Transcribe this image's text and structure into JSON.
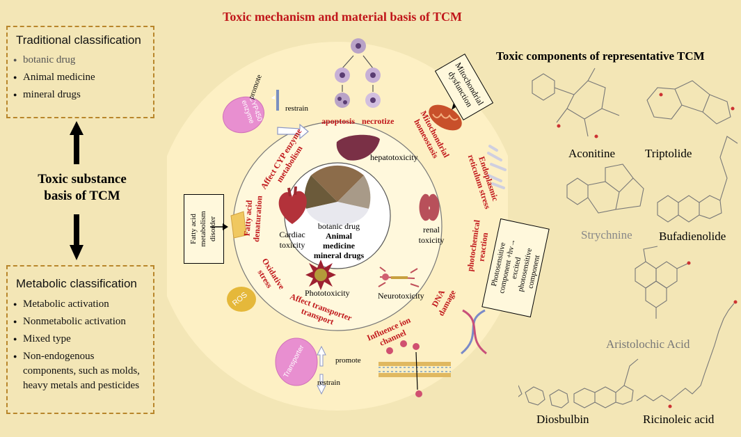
{
  "header": {
    "title": "Toxic mechanism and material basis of TCM"
  },
  "traditional_box": {
    "title": "Traditional classification",
    "items": [
      "botanic drug",
      "Animal medicine",
      "mineral drugs"
    ]
  },
  "center_left": {
    "label_line1": "Toxic substance",
    "label_line2": "basis of TCM"
  },
  "metabolic_box": {
    "title": "Metabolic classification",
    "items": [
      "Metabolic activation",
      "Nonmetabolic activation",
      "Mixed type",
      "Non-endogenous components, such as molds, heavy metals and pesticides"
    ]
  },
  "circle": {
    "core": [
      "botanic drug",
      "Animal medicine",
      "mineral drugs"
    ],
    "inner": {
      "hepatotoxicity": "hepatotoxicity",
      "renal": [
        "renal",
        "toxicity"
      ],
      "cardiac": [
        "Cardiac",
        "toxicity"
      ],
      "phototoxicity": "Phototoxicity",
      "neurotoxicity": "Neurotoxicity"
    },
    "outer": {
      "cyp": [
        "Affect CYP enzyme",
        "metabolism"
      ],
      "cyp_enzyme": [
        "CYP450",
        "enzyme"
      ],
      "promote": "promote",
      "restrain": "restrain",
      "apoptosis": "apoptosis",
      "necrotize": "necrotize",
      "mito": [
        "Mitochondrial",
        "homeostasis"
      ],
      "mito_box": [
        "Mitochondrial",
        "dysfunction"
      ],
      "er": [
        "Endoplasmic",
        "reticulum stress"
      ],
      "photochem": [
        "photochemical",
        "reaction"
      ],
      "photo_box": [
        "Photosensitive",
        "component +hv→",
        "excited",
        "photosensitive",
        "component"
      ],
      "dna": [
        "DNA",
        "damage"
      ],
      "ion": [
        "Influence ion",
        "channel"
      ],
      "transporter": [
        "Affect transporter",
        "transport"
      ],
      "transporter_shape": "Transporter",
      "oxidative": [
        "Oxidative",
        "stress"
      ],
      "ros": "ROS",
      "fatty": [
        "Fatty acid",
        "denaturation"
      ],
      "fatty_box": [
        "Fatty acid",
        "metabolism",
        "disorder"
      ]
    }
  },
  "right_panel": {
    "title": "Toxic components of representative TCM",
    "compounds": [
      "Aconitine",
      "Triptolide",
      "Strychnine",
      "Bufadienolide",
      "Aristolochic Acid",
      "Diosbulbin",
      "Ricinoleic acid"
    ]
  },
  "colors": {
    "background": "#f3e6b6",
    "accent_red": "#c0161a",
    "box_border": "#b8862b",
    "ring": "#fdf0c4"
  }
}
